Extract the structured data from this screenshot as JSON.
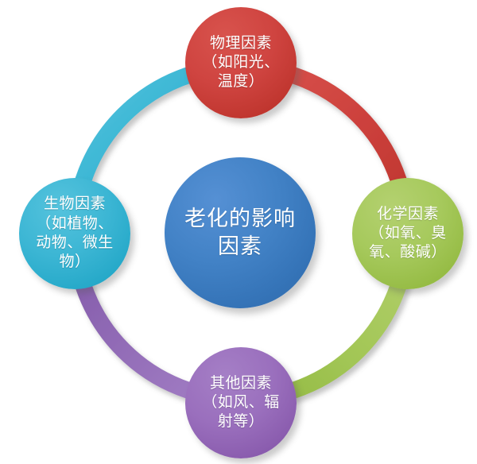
{
  "diagram": {
    "type": "cycle-ring",
    "background_color": "#ffffff",
    "center": {
      "label": "老化的影响因素",
      "color": "#4282c6",
      "name": "center-hub"
    },
    "nodes": [
      {
        "id": "physical",
        "label": "物理因素（如阳光、温度）",
        "color": "#cf4440",
        "position": "top"
      },
      {
        "id": "chemical",
        "label": "化学因素（如氧、臭氧、酸碱）",
        "color": "#a6c95c",
        "position": "right"
      },
      {
        "id": "other",
        "label": "其他因素（如风、辐射等）",
        "color": "#9a6fbd",
        "position": "bottom"
      },
      {
        "id": "biological",
        "label": "生物因素（如植物、动物、微生物）",
        "color": "#3cb6d4",
        "position": "left"
      }
    ],
    "ring_arcs": [
      {
        "id": "arc-top-left",
        "from": "biological",
        "to": "physical",
        "color": "#3cb6d4"
      },
      {
        "id": "arc-top-right",
        "from": "physical",
        "to": "chemical",
        "color": "#cf4440"
      },
      {
        "id": "arc-bottom-right",
        "from": "chemical",
        "to": "other",
        "color": "#a6c95c"
      },
      {
        "id": "arc-bottom-left",
        "from": "other",
        "to": "biological",
        "color": "#9a6fbd"
      }
    ]
  }
}
